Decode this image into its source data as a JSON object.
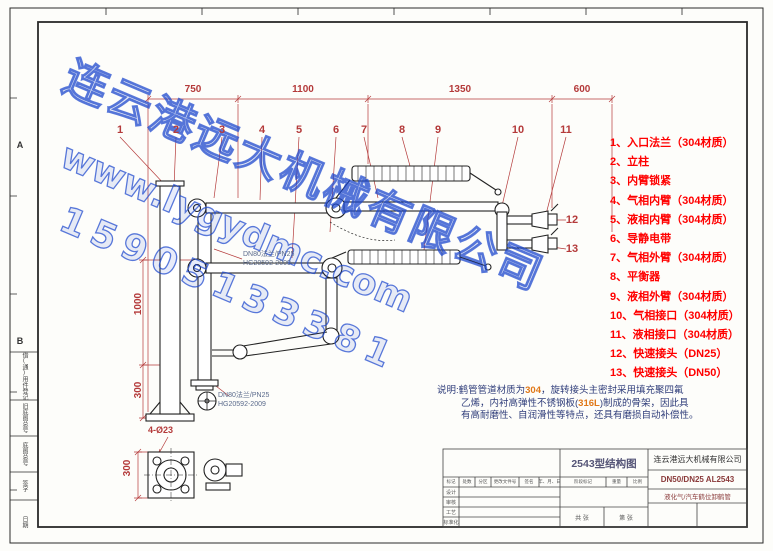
{
  "watermark": {
    "company": "连云港远大机械有限公司",
    "website": "www.lygydmc.com",
    "phone": "15905133381"
  },
  "dims": {
    "top": [
      "750",
      "1100",
      "1350",
      "600"
    ],
    "left_upper": "1000",
    "left_lower": "300",
    "detail_height": "300",
    "bolt_note": "4-Ø23"
  },
  "callouts": [
    "1",
    "2",
    "3",
    "4",
    "5",
    "6",
    "7",
    "8",
    "9",
    "10",
    "11",
    "12",
    "13"
  ],
  "labels": {
    "flange_mid_line1": "DN80法兰/PN25",
    "flange_mid_line2": "HG20592-2009",
    "flange_bottom_line1": "DN80法兰/PN25",
    "flange_bottom_line2": "HG20592-2009"
  },
  "parts_list": [
    "1、入口法兰（304材质）",
    "2、立柱",
    "3、内臂锁紧",
    "4、气相内臂（304材质）",
    "5、液相内臂（304材质）",
    "6、导静电带",
    "7、气相外臂（304材质）",
    "8、平衡器",
    "9、液相外臂（304材质）",
    "10、气相接口（304材质）",
    "11、液相接口（304材质）",
    "12、快速接头（DN25）",
    "13、快速接头（DN50）"
  ],
  "description": {
    "line1_a": "说明:鹤管管道材质为",
    "line1_b": "304",
    "line1_c": "，旋转接头主密封采用填充聚四氟",
    "line2_a": "乙烯，内衬高弹性不锈钢板(",
    "line2_b": "316L",
    "line2_c": ")制成的骨架，因此具",
    "line3": "有高耐磨性、自润滑性等特点，还具有磨损自动补偿性。"
  },
  "title_block": {
    "drawing_title": "2543型结构图",
    "company": "连云港远大机械有限公司",
    "model": "DN50/DN25 AL2543",
    "product": "液化气/汽车鹤位卸鹤管",
    "header_cells": [
      "标记",
      "处数",
      "分区",
      "更改文件号",
      "签名",
      "年、月、日"
    ],
    "row_labels": [
      "设计",
      "审核",
      "工艺",
      "标准化"
    ],
    "stage_mark": "阶段标记",
    "weight": "重量",
    "scale": "比例",
    "sheets": "共 张",
    "sheet_no": "第 张"
  },
  "frame": {
    "zone_letters": [
      "A",
      "B"
    ],
    "margin_cells": [
      "借(通)用件登记",
      "旧底图总号",
      "底图总号",
      "签字",
      "日期"
    ]
  },
  "colors": {
    "parts_red": "#ff0000",
    "dimension_red": "#b43a3a",
    "watermark_blue": "#1c46cd",
    "description_navy": "#2f3d7a",
    "highlight_orange": "#e07818"
  }
}
